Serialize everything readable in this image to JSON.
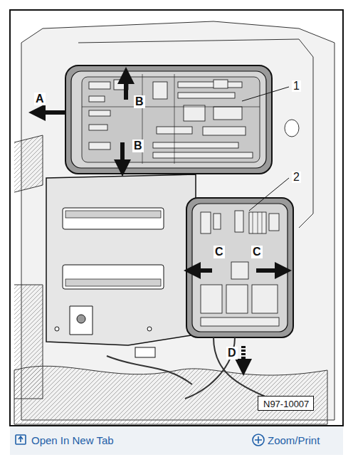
{
  "diagram": {
    "nodes": [
      {
        "text": [
          "N97-10007"
        ]
      }
    ],
    "labels": [
      "A",
      "1",
      "B",
      "B",
      "2",
      "C",
      "C",
      "D",
      "Open In New Tab",
      "Zoom/Print"
    ]
  }
}
